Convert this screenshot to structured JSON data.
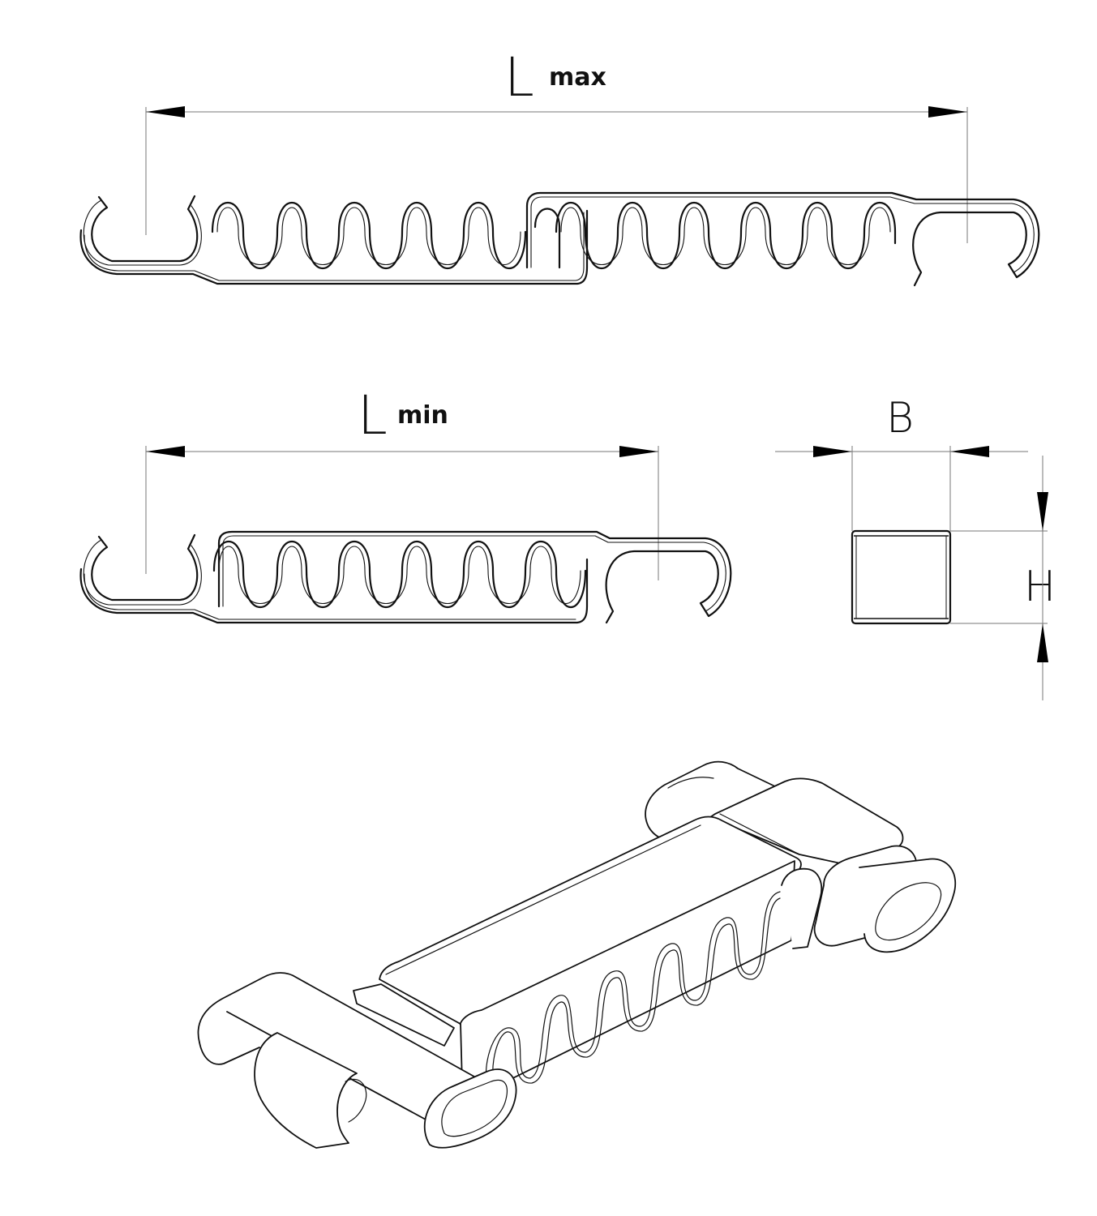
{
  "drawing": {
    "lmax_label": {
      "main": "L",
      "sub": "max"
    },
    "lmin_label": {
      "main": "L",
      "sub": "min"
    },
    "width_label": "B",
    "height_label": "H"
  }
}
